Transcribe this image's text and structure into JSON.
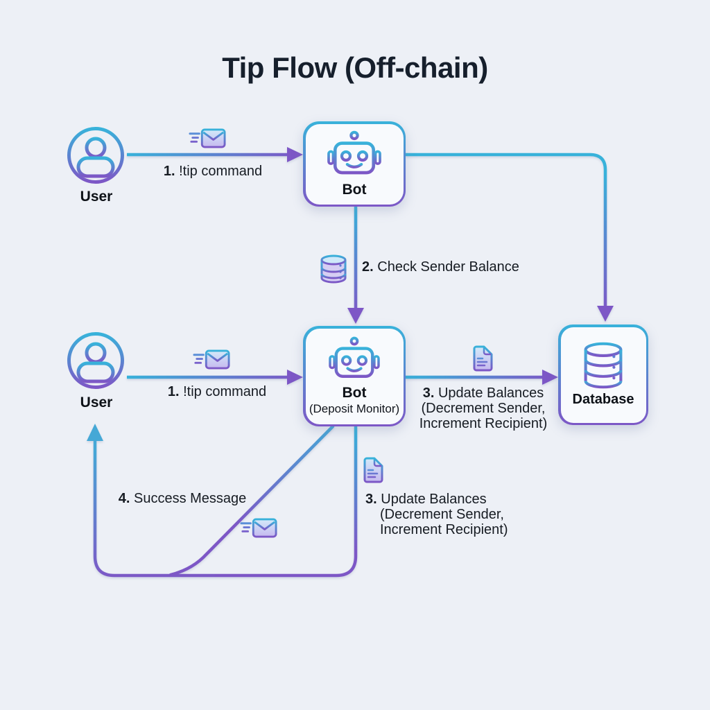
{
  "title": "Tip Flow (Off-chain)",
  "colors": {
    "background": "#edf0f6",
    "accent_cyan": "#38b2da",
    "accent_purple": "#7d57c6",
    "arrowhead_purple": "#7d57c6",
    "arrowhead_cyan": "#45a8d6",
    "box_fill": "#f8fafd",
    "title_text": "#161f2c",
    "label_text": "#161b22"
  },
  "nodes": {
    "user1": {
      "label": "User"
    },
    "bot1": {
      "label": "Bot"
    },
    "user2": {
      "label": "User"
    },
    "bot2": {
      "label": "Bot",
      "sublabel": "(Deposit Monitor)"
    },
    "database": {
      "label": "Database"
    }
  },
  "edges": {
    "tip_command_top": {
      "num": "1.",
      "label": "!tip command"
    },
    "check_balance": {
      "num": "2.",
      "label": "Check Sender Balance"
    },
    "tip_command_mid": {
      "num": "1.",
      "label": "!tip command"
    },
    "update_balances_right": {
      "num": "3.",
      "label": "Update Balances",
      "line2": "(Decrement Sender,",
      "line3": "Increment Recipient)"
    },
    "success_message": {
      "num": "4.",
      "label": "Success Message"
    },
    "update_balances_bottom": {
      "num": "3.",
      "label": "Update Balances",
      "line2": "(Decrement Sender,",
      "line3": "Increment Recipient)"
    }
  },
  "icons": [
    "user-icon",
    "robot-icon",
    "database-icon",
    "database-small-icon",
    "envelope-icon",
    "document-icon"
  ]
}
